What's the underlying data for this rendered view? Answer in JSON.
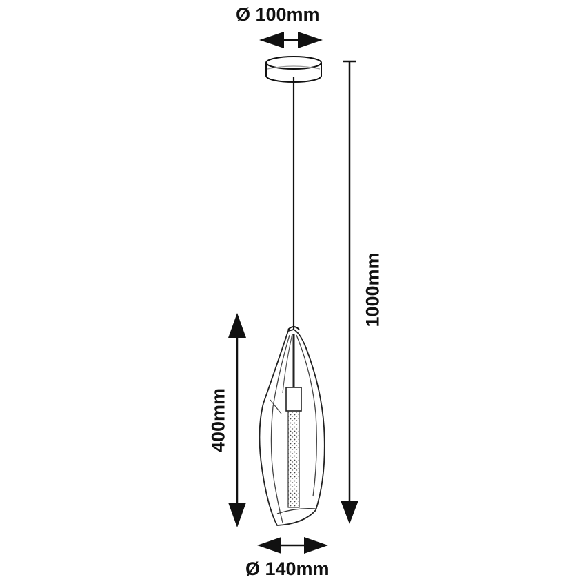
{
  "diagram": {
    "type": "pendant-lamp-dimension-drawing",
    "colors": {
      "line": "#111111",
      "background": "#ffffff",
      "shade_stroke": "#333333"
    },
    "dimensions": {
      "canopy_diameter": {
        "label": "Ø 100mm",
        "value": 100,
        "unit": "mm"
      },
      "shade_diameter": {
        "label": "Ø 140mm",
        "value": 140,
        "unit": "mm"
      },
      "shade_height": {
        "label": "400mm",
        "value": 400,
        "unit": "mm"
      },
      "total_height": {
        "label": "1000mm",
        "value": 1000,
        "unit": "mm"
      }
    },
    "components": [
      "ceiling-canopy",
      "suspension-cable",
      "glass-shade",
      "filament-bulb"
    ]
  }
}
